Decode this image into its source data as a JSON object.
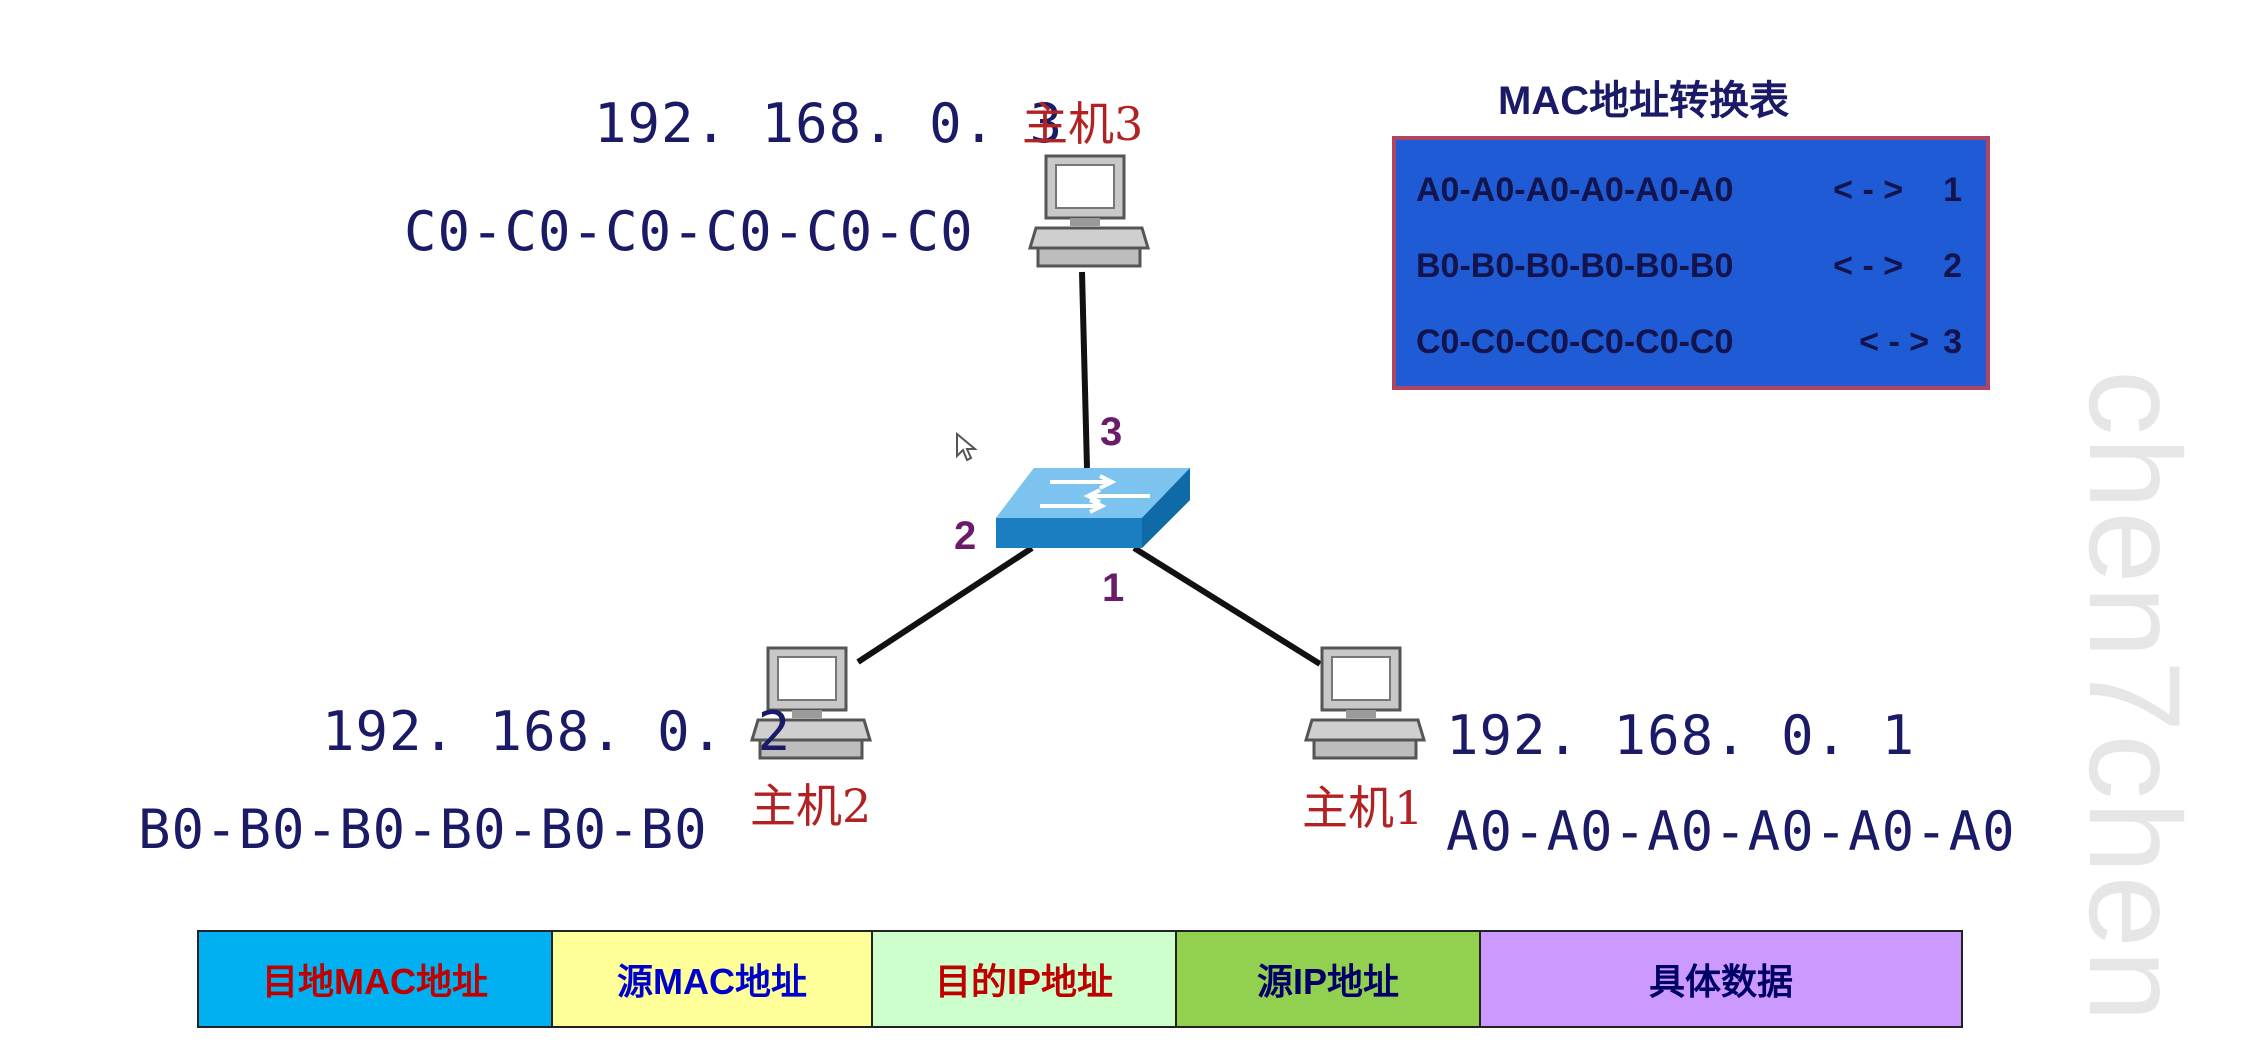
{
  "hosts": {
    "host3": {
      "name": "主机3",
      "ip": "192. 168. 0. 3",
      "mac": "C0-C0-C0-C0-C0-C0"
    },
    "host2": {
      "name": "主机2",
      "ip": "192. 168. 0. 2",
      "mac": "B0-B0-B0-B0-B0-B0"
    },
    "host1": {
      "name": "主机1",
      "ip": "192. 168. 0. 1",
      "mac": "A0-A0-A0-A0-A0-A0"
    }
  },
  "ports": {
    "p1": "1",
    "p2": "2",
    "p3": "3"
  },
  "mac_table": {
    "title": "MAC地址转换表",
    "rows": [
      {
        "mac": "A0-A0-A0-A0-A0-A0",
        "arrow": "< - >",
        "port": "1"
      },
      {
        "mac": "B0-B0-B0-B0-B0-B0",
        "arrow": "< - >",
        "port": "2"
      },
      {
        "mac": "C0-C0-C0-C0-C0-C0",
        "arrow": "< - >",
        "port": "3"
      }
    ]
  },
  "frame": {
    "fields": [
      {
        "label": "目地MAC地址",
        "bg": "#00b0f0",
        "color": "#c00000"
      },
      {
        "label": "源MAC地址",
        "bg": "#ffff99",
        "color": "#0000cc"
      },
      {
        "label": "目的IP地址",
        "bg": "#ccffcc",
        "color": "#c00000"
      },
      {
        "label": "源IP地址",
        "bg": "#92d050",
        "color": "#000066"
      },
      {
        "label": "具体数据",
        "bg": "#cc99ff",
        "color": "#000066"
      }
    ]
  },
  "watermark": "chen7chen",
  "icons": [
    "computer-icon",
    "switch-icon",
    "cursor-icon"
  ]
}
